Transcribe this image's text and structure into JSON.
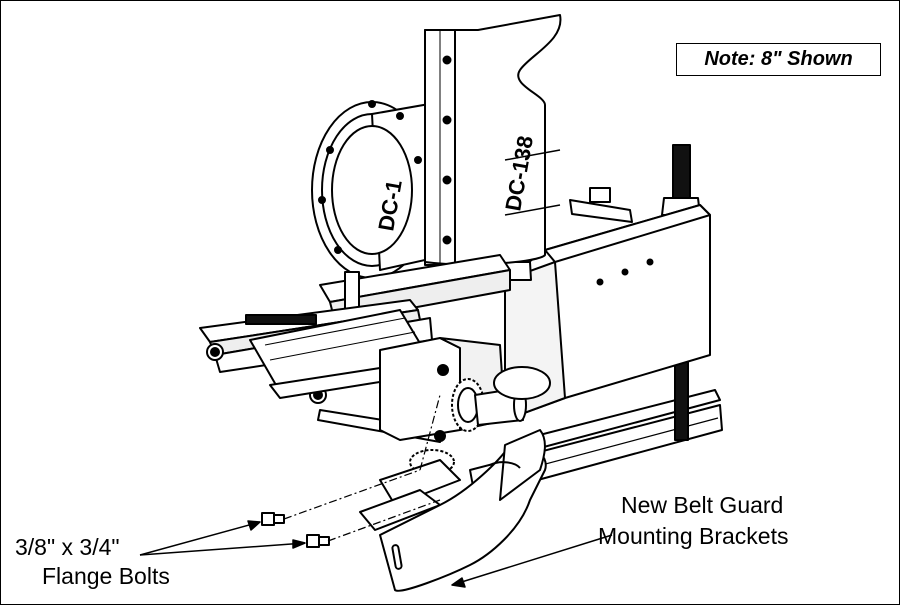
{
  "note": {
    "text": "Note: 8\" Shown"
  },
  "stencils": {
    "part_a": "DC-1",
    "part_b": "DC-138"
  },
  "callouts": {
    "bolts": {
      "line1": "3/8\" x 3/4\"",
      "line2": "Flange Bolts"
    },
    "guard": {
      "line1": "New Belt Guard",
      "line2": "Mounting Brackets"
    }
  }
}
